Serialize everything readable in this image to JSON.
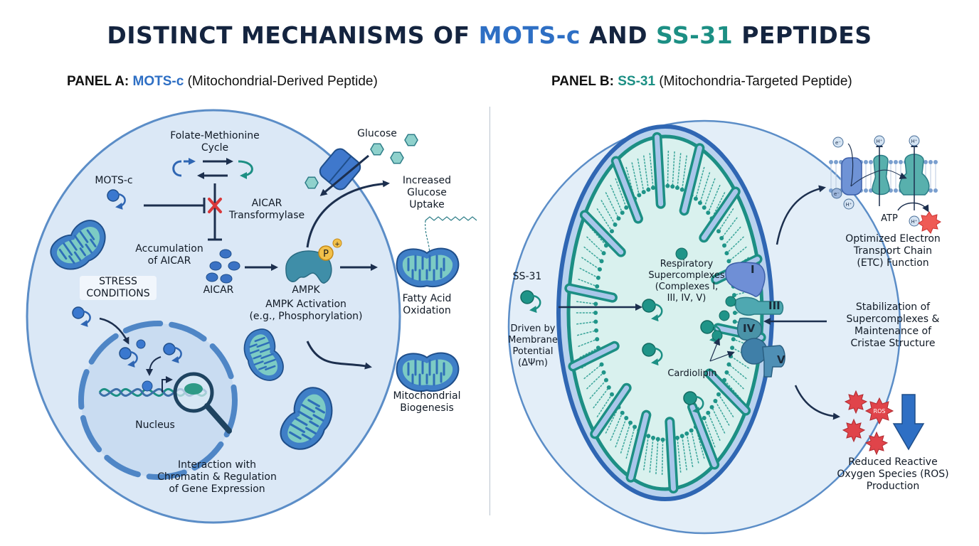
{
  "title": {
    "part1": "DISTINCT MECHANISMS OF ",
    "mots": "MOTS-c",
    "part2": " AND ",
    "ss31": "SS-31",
    "part3": " PEPTIDES"
  },
  "colors": {
    "navy": "#14243f",
    "mots_blue": "#2e6fc4",
    "ss31_teal": "#1c8f84",
    "cell_fill": "#dce9f6",
    "membrane": "#4f86c6",
    "mito_fill": "#74c6c0",
    "inhibit_red": "#d9383a",
    "ros_red": "#e0444a",
    "phospho_gold": "#f2c04a"
  },
  "panel_a": {
    "prefix": "PANEL A: ",
    "name": "MOTS-c",
    "suffix": " (Mitochondrial-Derived Peptide)",
    "labels": {
      "folate_cycle_1": "Folate-Methionine",
      "folate_cycle_2": "Cycle",
      "mots_c": "MOTS-c",
      "aicar_tf_1": "AICAR",
      "aicar_tf_2": "Transformylase",
      "accum_1": "Accumulation",
      "accum_2": "of AICAR",
      "aicar": "AICAR",
      "ampk": "AMPK",
      "ampk_act_1": "AMPK Activation",
      "ampk_act_2": "(e.g., Phosphorylation)",
      "phospho": "P",
      "stress_1": "STRESS",
      "stress_2": "CONDITIONS",
      "nucleus": "Nucleus",
      "chromatin_1": "Interaction with",
      "chromatin_2": "Chromatin & Regulation",
      "chromatin_3": "of Gene Expression",
      "glucose": "Glucose",
      "uptake_1": "Increased",
      "uptake_2": "Glucose",
      "uptake_3": "Uptake",
      "fao_1": "Fatty Acid",
      "fao_2": "Oxidation",
      "biogen_1": "Mitochondrial",
      "biogen_2": "Biogenesis"
    },
    "icons": [
      "cell-membrane",
      "folate-cycle-arrows",
      "inhibition-bar",
      "red-x-icon",
      "glucose-transporter",
      "glucose-hexagon",
      "aicar-molecules",
      "ampk-enzyme",
      "phosphate-badge",
      "mitochondrion",
      "nucleus-envelope",
      "dna-helix",
      "magnifier-icon",
      "peptide-icon"
    ]
  },
  "panel_b": {
    "prefix": "PANEL B: ",
    "name": "SS-31",
    "suffix": " (Mitochondria-Targeted Peptide)",
    "labels": {
      "ss31": "SS-31",
      "driven_1": "Driven by",
      "driven_2": "Membrane",
      "driven_3": "Potential",
      "driven_4": "(ΔΨm)",
      "resp_1": "Respiratory",
      "resp_2": "Supercomplexes",
      "resp_3": "(Complexes I,",
      "resp_4": "III, IV, V)",
      "cardiolipin": "Cardiolipin",
      "complex_i": "I",
      "complex_iii": "III",
      "complex_iv": "IV",
      "complex_v": "V",
      "etc_1": "Optimized Electron",
      "etc_2": "Transport Chain",
      "etc_3": "(ETC) Function",
      "atp": "ATP",
      "stab_1": "Stabilization of",
      "stab_2": "Supercomplexes &",
      "stab_3": "Maintenance of",
      "stab_4": "Cristae Structure",
      "ros_badge": "ROS",
      "ros_1": "Reduced Reactive",
      "ros_2": "Oxygen Species (ROS)",
      "ros_3": "Production",
      "h_plus": "H⁺",
      "e_minus": "e⁻"
    },
    "icons": [
      "outer-membrane",
      "inner-membrane-cristae",
      "lipid-bilayer",
      "ss31-peptide-icon",
      "etc-membrane-inset",
      "ros-starburst",
      "down-arrow-icon"
    ]
  }
}
